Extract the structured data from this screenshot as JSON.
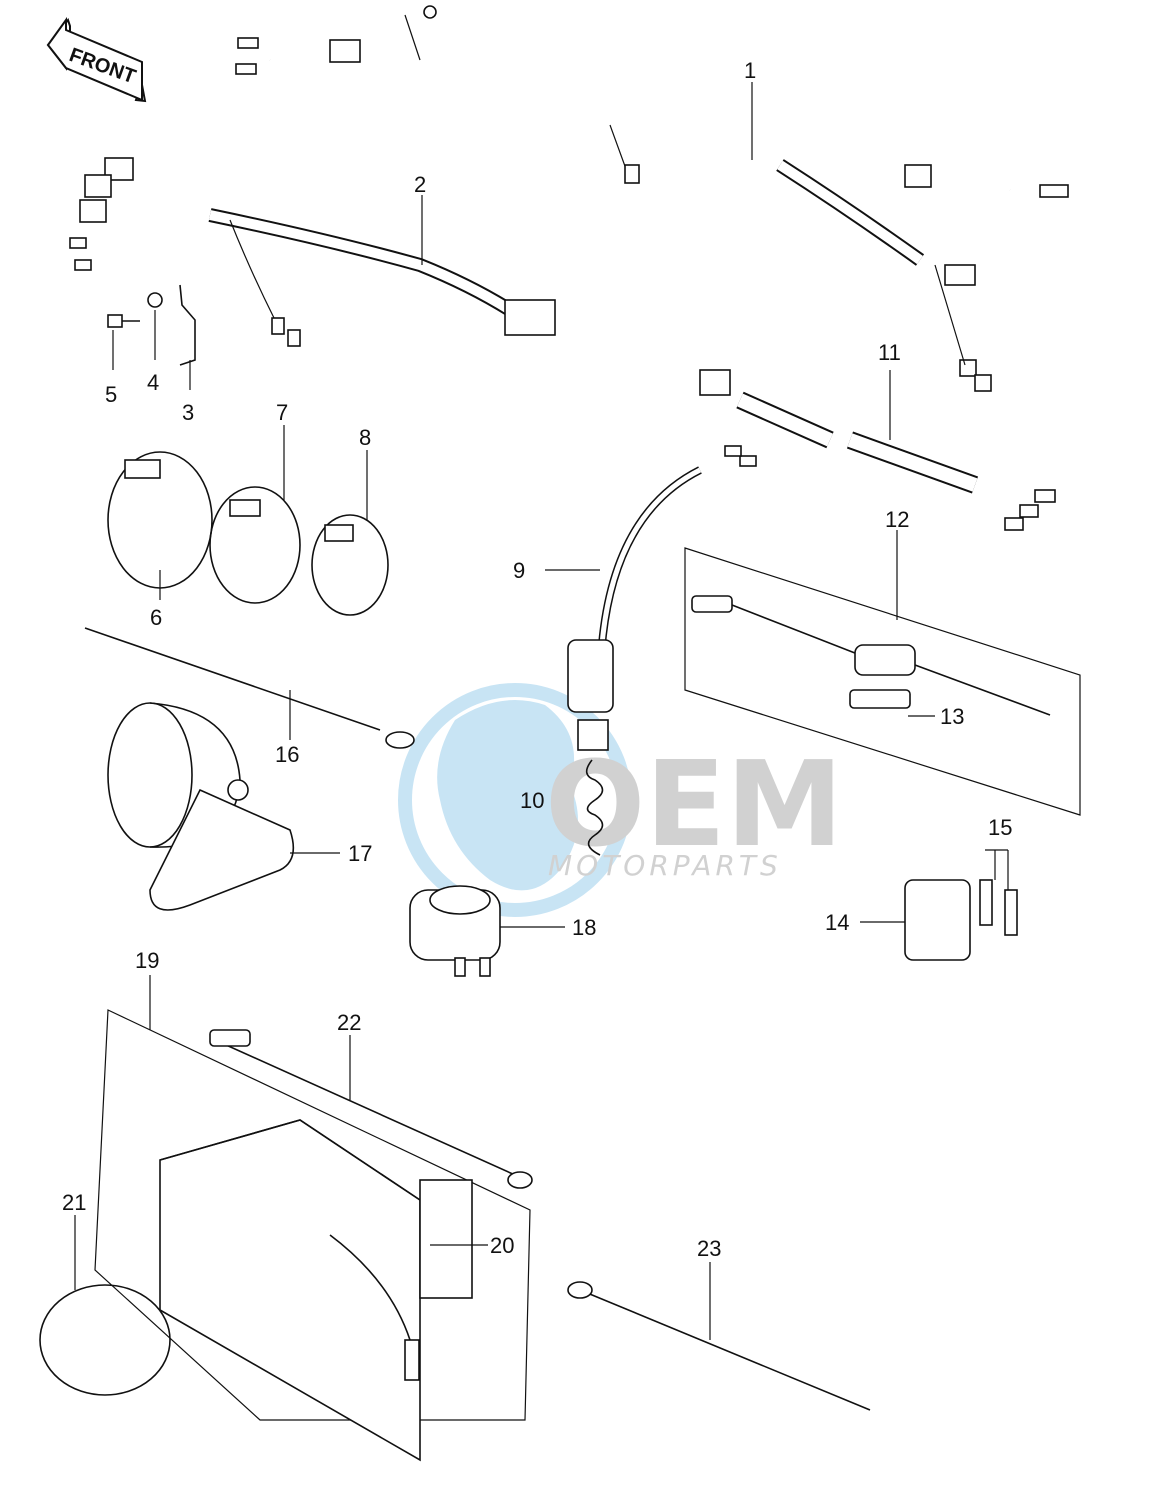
{
  "front_arrow_label": "FRONT",
  "watermark": {
    "brand": "OEM",
    "sub": "MOTORPARTS"
  },
  "callouts": {
    "c1": "1",
    "c2": "2",
    "c3": "3",
    "c4": "4",
    "c5": "5",
    "c6": "6",
    "c7": "7",
    "c8": "8",
    "c9": "9",
    "c10": "10",
    "c11": "11",
    "c12": "12",
    "c13": "13",
    "c14": "14",
    "c15": "15",
    "c16": "16",
    "c17": "17",
    "c18": "18",
    "c19": "19",
    "c20": "20",
    "c21": "21",
    "c22": "22",
    "c23": "23"
  }
}
